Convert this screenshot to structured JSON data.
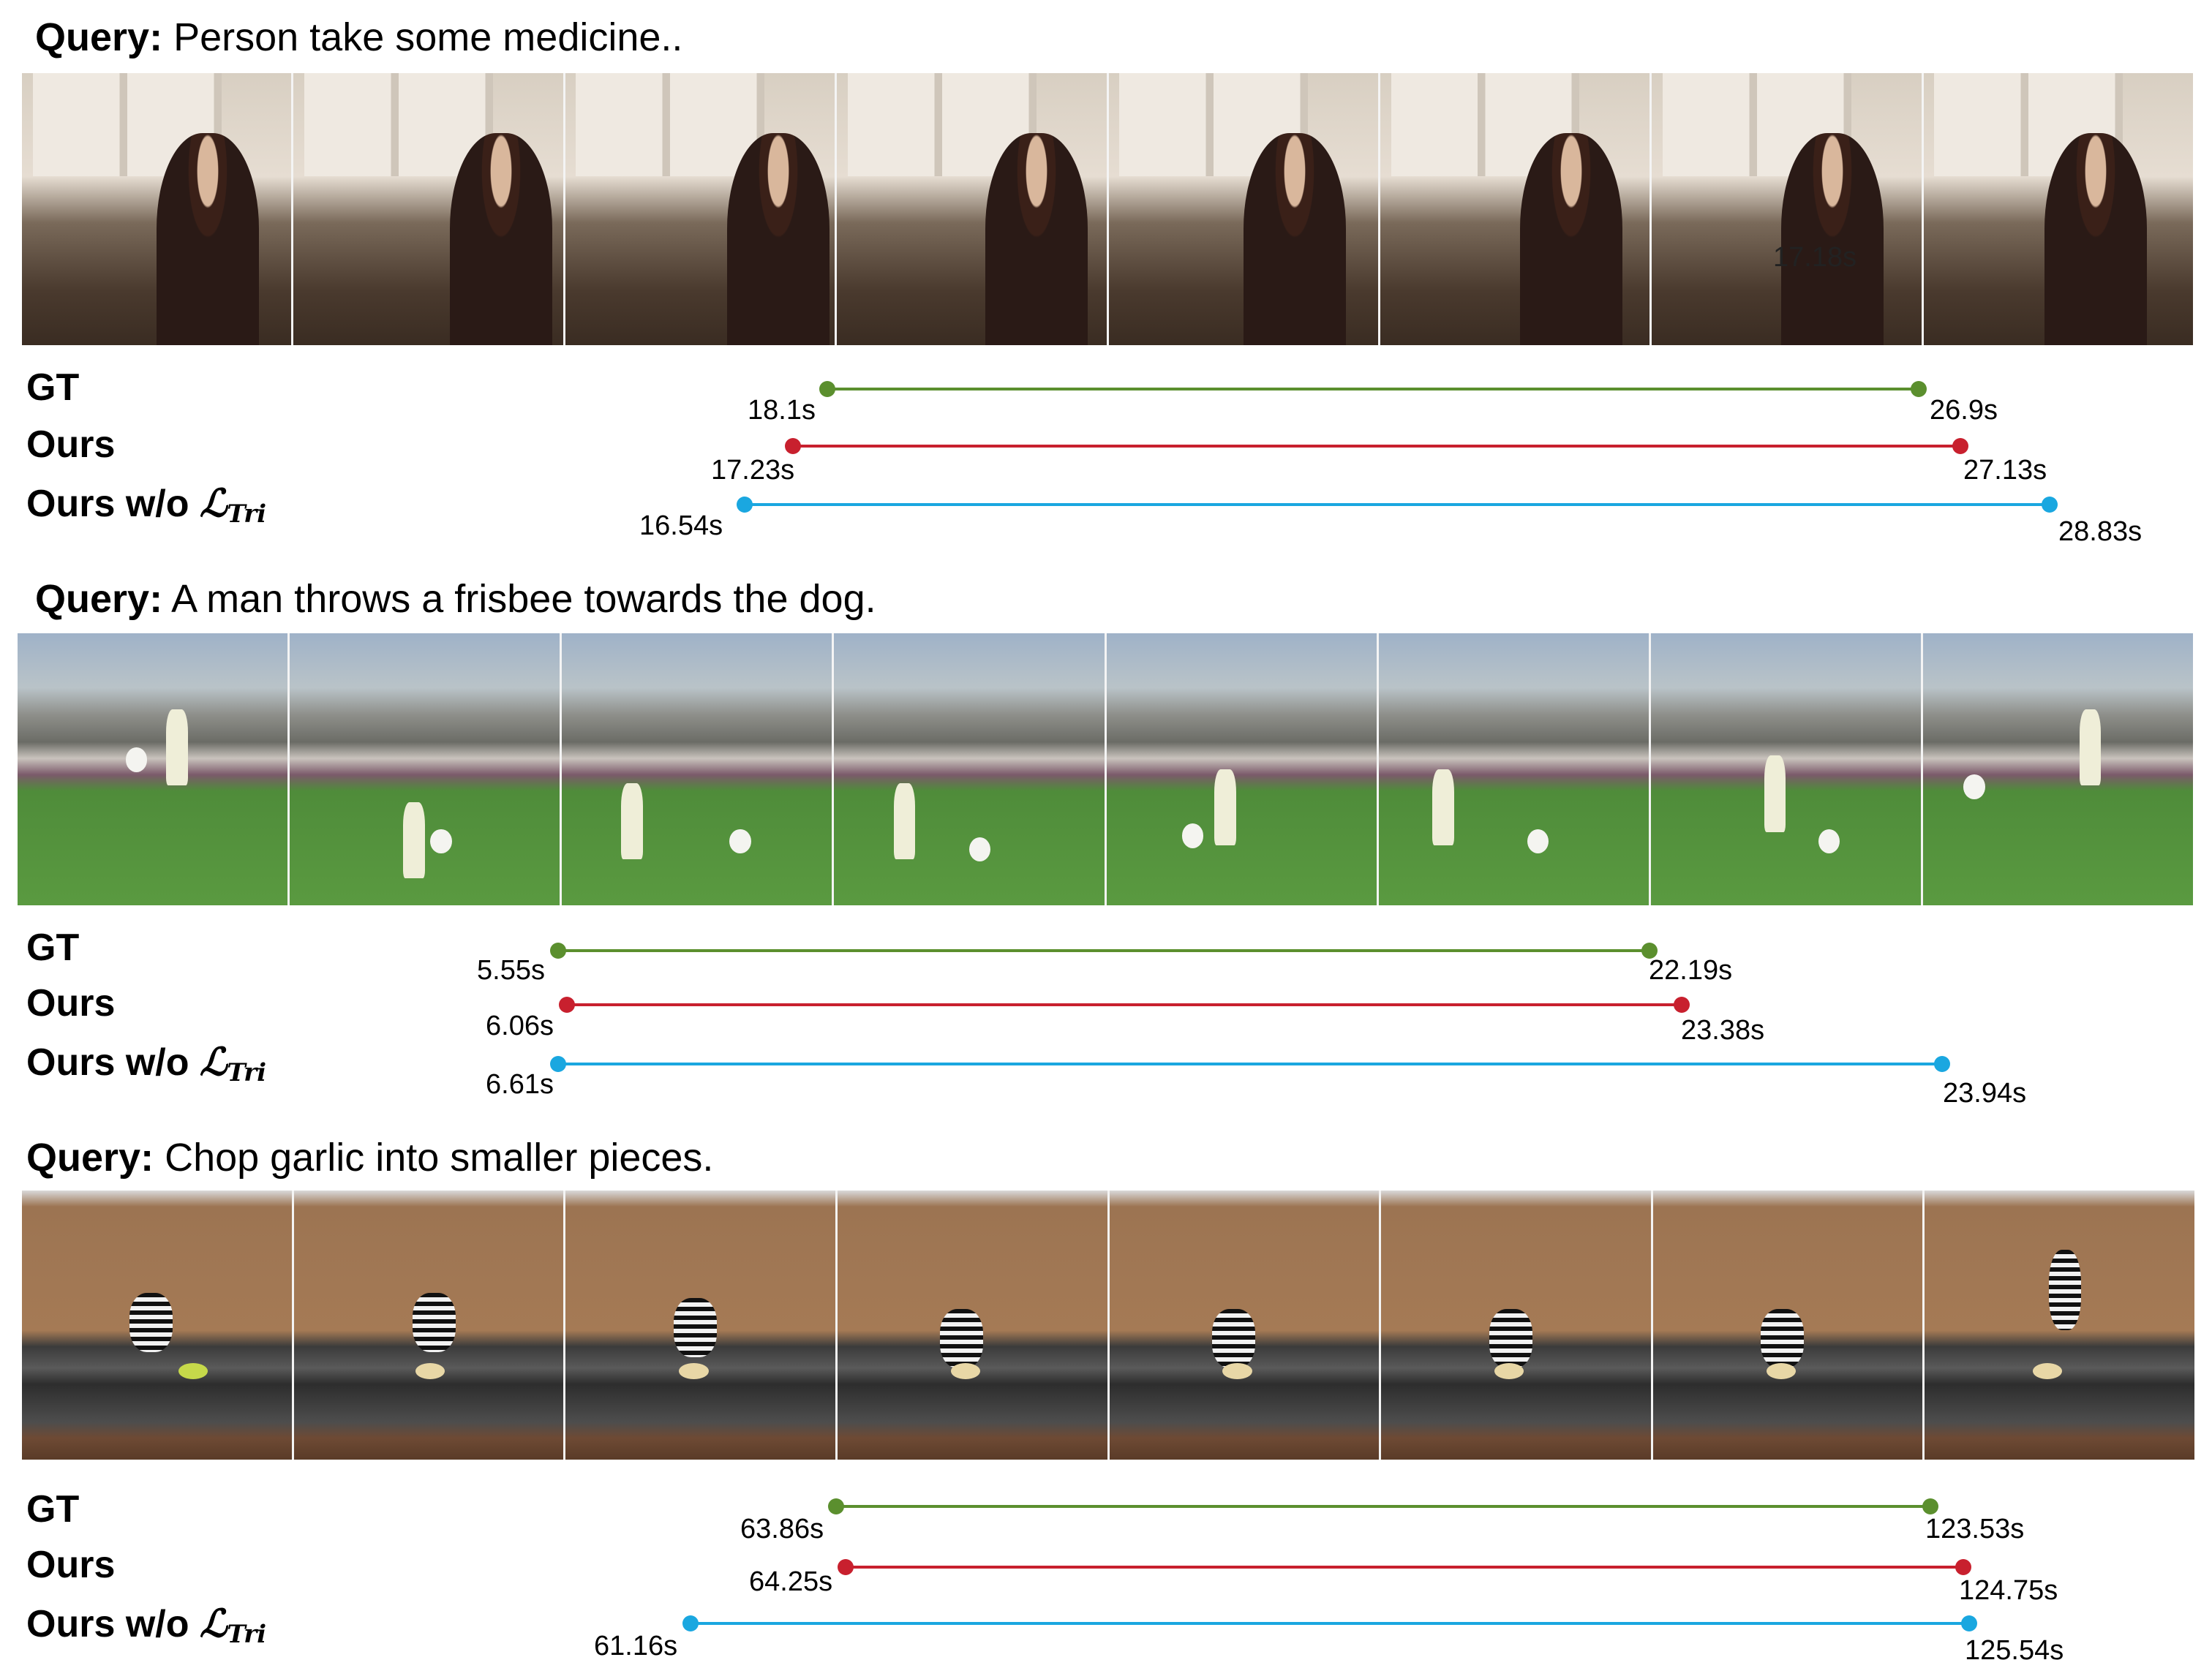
{
  "figure": {
    "colors": {
      "gt": "#5b8f2e",
      "ours": "#c8202e",
      "ours_wo": "#1aa7e0"
    },
    "row_labels": {
      "gt": "GT",
      "ours": "Ours",
      "ours_wo_prefix": "Ours w/o ",
      "loss_symbol": "ℒ",
      "loss_subscript": "Tri"
    },
    "examples": [
      {
        "query_label": "Query:",
        "query_text": "Person take some medicine..",
        "overlay_text": "17.18s",
        "gt": {
          "start": "18.1s",
          "end": "26.9s"
        },
        "ours": {
          "start": "17.23s",
          "end": "27.13s"
        },
        "ours_wo": {
          "start": "16.54s",
          "end": "28.83s"
        }
      },
      {
        "query_label": "Query:",
        "query_text": "A man throws a frisbee towards the dog.",
        "gt": {
          "start": "5.55s",
          "end": "22.19s"
        },
        "ours": {
          "start": "6.06s",
          "end": "23.38s"
        },
        "ours_wo": {
          "start": "6.61s",
          "end": "23.94s"
        }
      },
      {
        "query_label": "Query:",
        "query_text": "Chop garlic into smaller pieces.",
        "gt": {
          "start": "63.86s",
          "end": "123.53s"
        },
        "ours": {
          "start": "64.25s",
          "end": "124.75s"
        },
        "ours_wo": {
          "start": "61.16s",
          "end": "125.54s"
        }
      }
    ]
  }
}
